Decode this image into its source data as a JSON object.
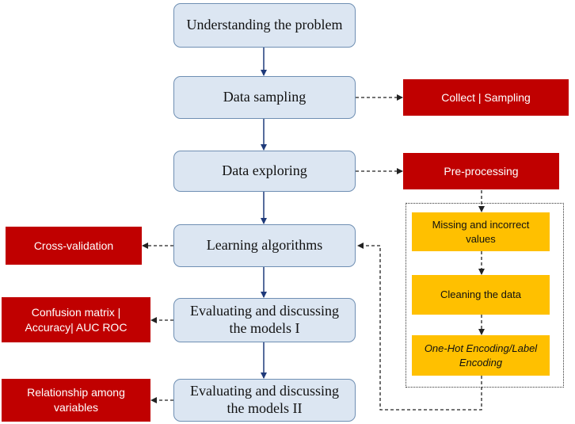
{
  "steps": {
    "understanding": "Understanding the problem",
    "sampling": "Data sampling",
    "exploring": "Data exploring",
    "learning": "Learning algorithms",
    "evaluating_1": "Evaluating and discussing the models I",
    "evaluating_2": "Evaluating and discussing the models II"
  },
  "outputs": {
    "collect_sampling": "Collect | Sampling",
    "preprocessing": "Pre-processing",
    "cross_validation": "Cross-validation",
    "metrics": "Confusion matrix | Accuracy| AUC ROC",
    "relationship": "Relationship among variables"
  },
  "preprocessing_steps": {
    "missing_values": "Missing and incorrect values",
    "cleaning": "Cleaning the data",
    "encoding": "One-Hot Encoding/Label Encoding"
  },
  "colors": {
    "step_fill": "#dce6f2",
    "step_border": "#6f8fb3",
    "output_fill": "#c00000",
    "substep_fill": "#ffc000",
    "arrow_solid": "#1f3a7a",
    "arrow_dashed": "#222222"
  }
}
